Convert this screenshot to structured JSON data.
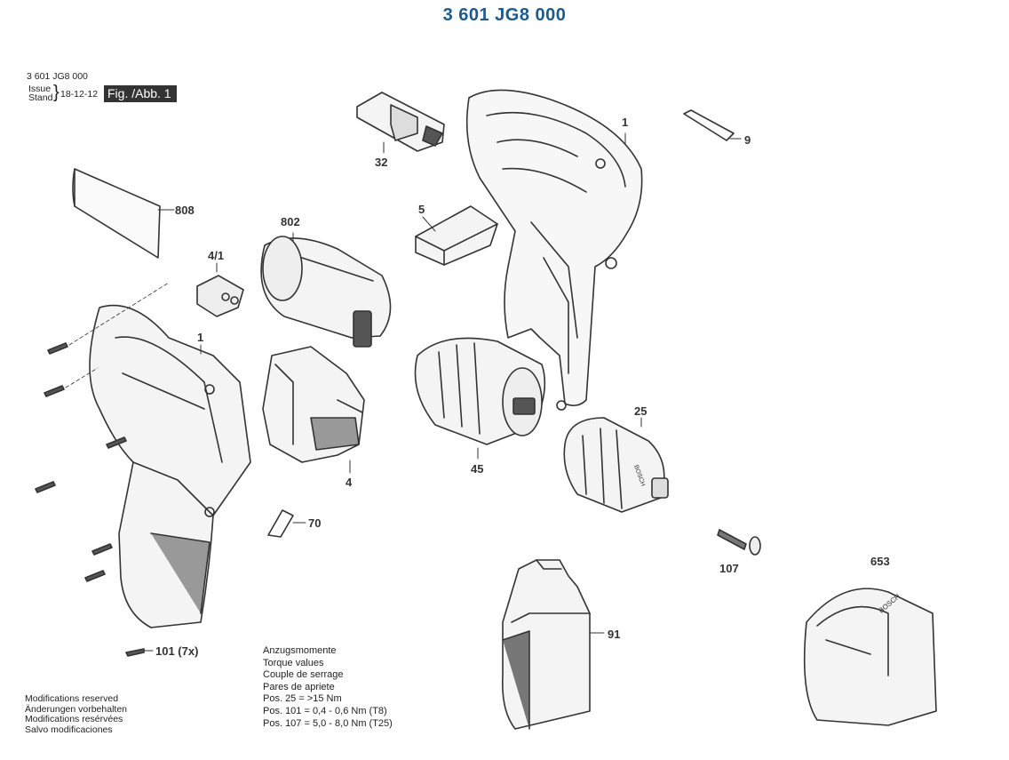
{
  "title": "3 601 JG8 000",
  "header": {
    "code": "3 601 JG8 000",
    "issue_label": "Issue",
    "stand_label": "Stand",
    "date": "18-12-12",
    "figure": "Fig. /Abb. 1"
  },
  "parts": [
    {
      "id": "1",
      "label": "1"
    },
    {
      "id": "9",
      "label": "9"
    },
    {
      "id": "32",
      "label": "32"
    },
    {
      "id": "808",
      "label": "808"
    },
    {
      "id": "802",
      "label": "802"
    },
    {
      "id": "5",
      "label": "5"
    },
    {
      "id": "4-1",
      "label": "4/1"
    },
    {
      "id": "1b",
      "label": "1"
    },
    {
      "id": "25",
      "label": "25"
    },
    {
      "id": "45",
      "label": "45"
    },
    {
      "id": "4",
      "label": "4"
    },
    {
      "id": "70",
      "label": "70"
    },
    {
      "id": "107",
      "label": "107"
    },
    {
      "id": "653",
      "label": "653"
    },
    {
      "id": "91",
      "label": "91"
    },
    {
      "id": "101",
      "label": "101 (7x)"
    }
  ],
  "modifications": [
    "Modifications reserved",
    "Änderungen vorbehalten",
    "Modifications resérvées",
    "Salvo modificaciones"
  ],
  "torque": {
    "lines": [
      "Anzugsmomente",
      "Torque values",
      "Couple de serrage",
      "Pares de apriete"
    ],
    "values": [
      "Pos. 25 = >15 Nm",
      "Pos. 101 = 0,4 - 0,6 Nm (T8)",
      "Pos. 107 = 5,0 - 8,0 Nm (T25)"
    ]
  },
  "marks": {
    "chuck": "BOSCH",
    "charger": "BOSCH"
  }
}
